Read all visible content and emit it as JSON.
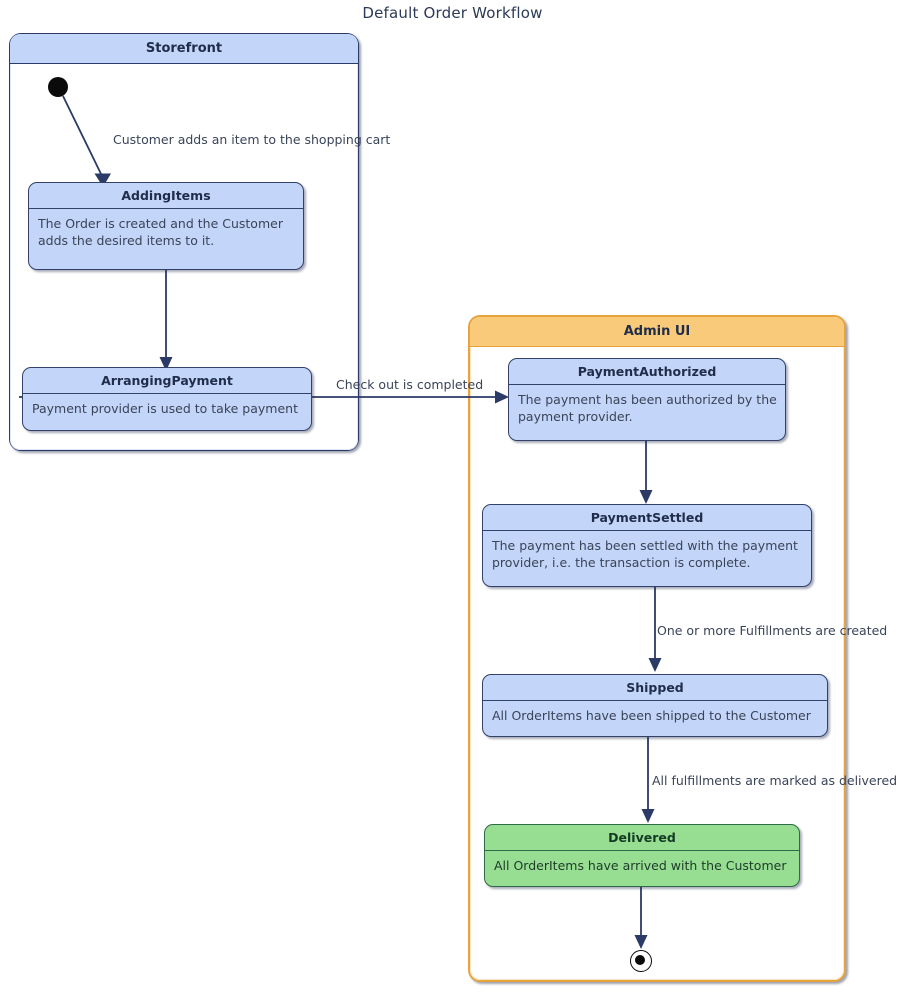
{
  "title": "Default Order Workflow",
  "colors": {
    "state_fill": "#c3d5f8",
    "state_border": "#32426b",
    "final_state_fill": "#97de93",
    "storefront_header": "#c3d5f8",
    "adminui_header": "#f9ca79",
    "adminui_border": "#e8a33d",
    "edge": "#2b3a66",
    "text": "#3a4458"
  },
  "containers": [
    {
      "id": "storefront",
      "label": "Storefront"
    },
    {
      "id": "adminui",
      "label": "Admin UI"
    }
  ],
  "states": [
    {
      "id": "adding-items",
      "name": "AddingItems",
      "description": "The Order is created and the Customer\nadds the desired items to it.",
      "container": "storefront",
      "final": false
    },
    {
      "id": "arranging-payment",
      "name": "ArrangingPayment",
      "description": "Payment provider is used to take payment",
      "container": "storefront",
      "final": false
    },
    {
      "id": "payment-authorized",
      "name": "PaymentAuthorized",
      "description": "The payment has been authorized by the\npayment provider.",
      "container": "adminui",
      "final": false
    },
    {
      "id": "payment-settled",
      "name": "PaymentSettled",
      "description": "The payment has been settled with the payment\nprovider, i.e. the transaction is complete.",
      "container": "adminui",
      "final": false
    },
    {
      "id": "shipped",
      "name": "Shipped",
      "description": "All OrderItems have been shipped to the Customer",
      "container": "adminui",
      "final": false
    },
    {
      "id": "delivered",
      "name": "Delivered",
      "description": "All OrderItems have arrived with the Customer",
      "container": "adminui",
      "final": true
    }
  ],
  "pseudo_states": [
    {
      "id": "initial-node",
      "kind": "initial",
      "container": "storefront"
    },
    {
      "id": "final-node",
      "kind": "final",
      "container": "adminui"
    }
  ],
  "transitions": [
    {
      "id": "t-initial-adding",
      "from": "initial-node",
      "to": "adding-items",
      "label": "Customer adds an item to the shopping cart"
    },
    {
      "id": "t-adding-arranging",
      "from": "adding-items",
      "to": "arranging-payment",
      "label": ""
    },
    {
      "id": "t-arranging-authorized",
      "from": "arranging-payment",
      "to": "payment-authorized",
      "label": "Check out is completed"
    },
    {
      "id": "t-authorized-settled",
      "from": "payment-authorized",
      "to": "payment-settled",
      "label": ""
    },
    {
      "id": "t-settled-shipped",
      "from": "payment-settled",
      "to": "shipped",
      "label": "One or more Fulfillments are created"
    },
    {
      "id": "t-shipped-delivered",
      "from": "shipped",
      "to": "delivered",
      "label": "All fulfillments are marked as delivered"
    },
    {
      "id": "t-delivered-final",
      "from": "delivered",
      "to": "final-node",
      "label": ""
    }
  ]
}
